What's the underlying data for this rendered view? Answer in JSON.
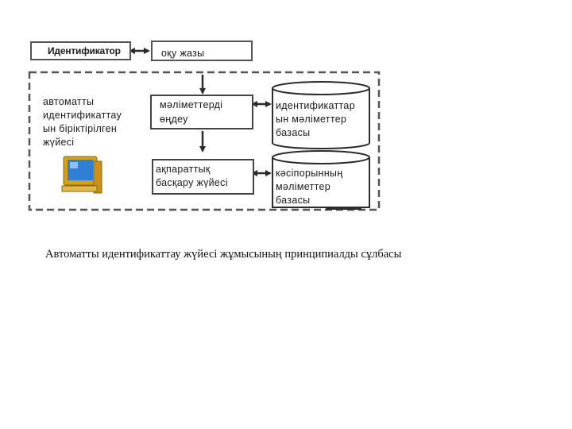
{
  "diagram": {
    "identifier_label": "Идентификатор",
    "reading_label": "оқу жазы",
    "system_label": "автоматты идентификаттау ын біріктірілген жүйесі",
    "system_lines": [
      "автоматты",
      "идентификаттау",
      "ын біріктірілген",
      "жүйесі"
    ],
    "data_input_lines": [
      "мәліметтерді",
      "өңдеу"
    ],
    "info_mgmt_lines": [
      "ақпараттық",
      "басқару жүйесі"
    ],
    "id_db_lines": [
      "идентификаттар",
      "ын мәліметтер",
      "базасы"
    ],
    "enterprise_db_lines": [
      "кәсіпорынның",
      "мәліметтер",
      "базасы"
    ],
    "icons": {
      "computer": "computer-icon",
      "arrows": "arrow-icon",
      "databases": "database-cylinder-icon"
    },
    "colors": {
      "line": "#2b2b2b",
      "dash": "#555555",
      "monitor_screen": "#2f7fd6",
      "monitor_frame": "#d4a017"
    }
  },
  "caption": "Автоматты идентификаттау жүйесі жұмысының принципиалды сұлбасы"
}
